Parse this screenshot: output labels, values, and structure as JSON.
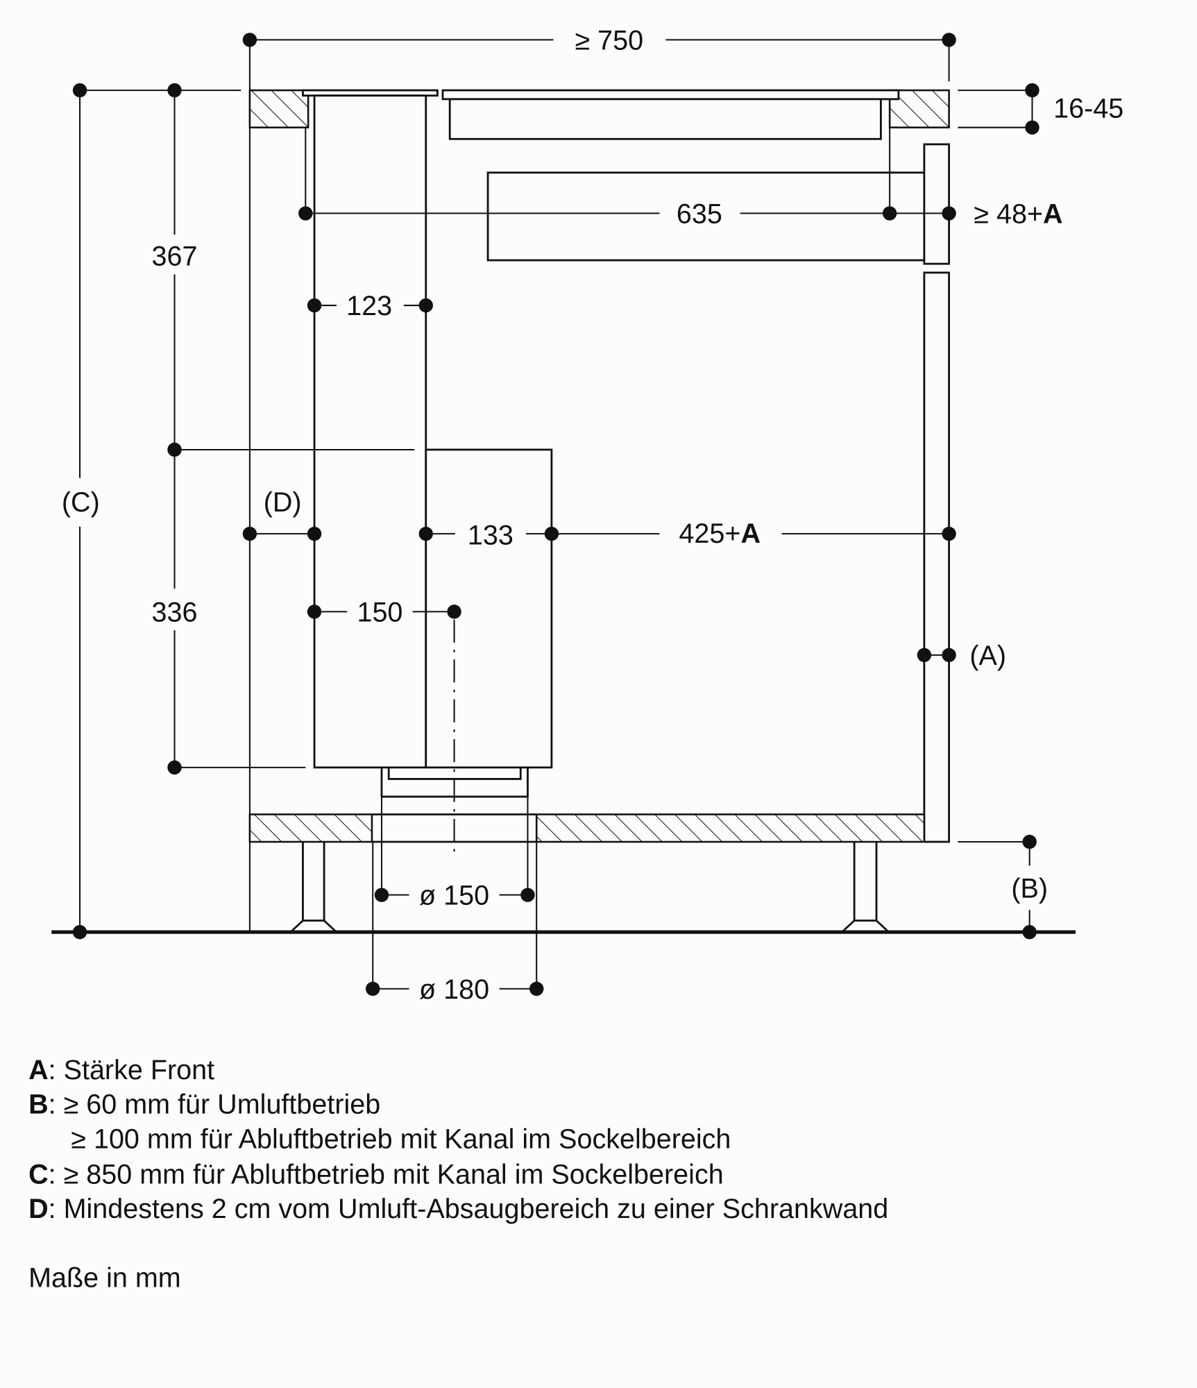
{
  "dimensions": {
    "width_min": "≥ 750",
    "worktop_thickness": "16-45",
    "depth_635": "635",
    "front_gap": "≥ 48+",
    "front_gap_suffix": "A",
    "height_367": "367",
    "height_336": "336",
    "chimney_123": "123",
    "box_133": "133",
    "depth_425": "425+",
    "depth_425_suffix": "A",
    "offset_150": "150",
    "diam_150": "ø 150",
    "diam_180": "ø 180",
    "label_a": "(A)",
    "label_b": "(B)",
    "label_c": "(C)",
    "label_d": "(D)"
  },
  "legend": [
    {
      "key": "A",
      "text": ": Stärke Front"
    },
    {
      "key": "B",
      "text": ": ≥ 60 mm für Umluftbetrieb"
    },
    {
      "key": "",
      "text": "≥ 100 mm für Abluftbetrieb mit Kanal im Sockelbereich"
    },
    {
      "key": "C",
      "text": ": ≥ 850 mm für Abluftbetrieb mit Kanal im Sockelbereich"
    },
    {
      "key": "D",
      "text": ": Mindestens 2 cm vom Umluft-Absaugbereich zu einer Schrankwand"
    }
  ],
  "units_note": "Maße in mm"
}
